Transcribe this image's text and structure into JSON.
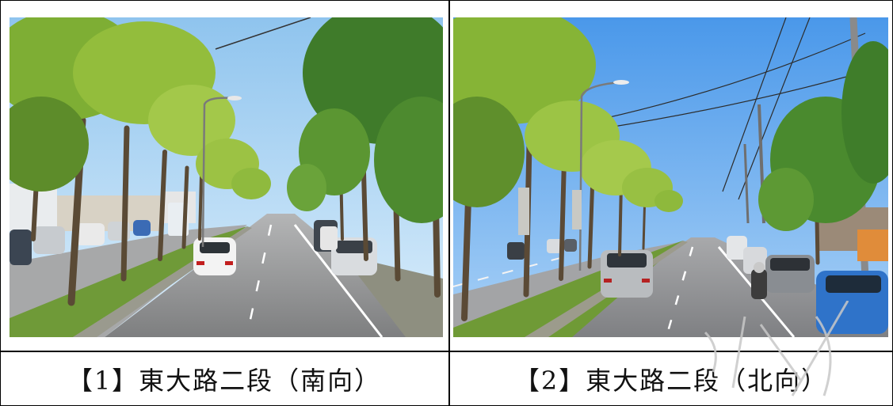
{
  "figures": [
    {
      "caption": "【1】東大路二段（南向）",
      "scene": "tree-lined-road-southbound",
      "colors": {
        "sky": "#b9dcf4",
        "foliage": "#6f9f2e",
        "road": "#8f9090"
      }
    },
    {
      "caption": "【2】東大路二段（北向）",
      "scene": "tree-lined-road-northbound",
      "colors": {
        "sky": "#5fa6ee",
        "foliage": "#7bab2c",
        "road": "#8b8c8f"
      }
    }
  ]
}
